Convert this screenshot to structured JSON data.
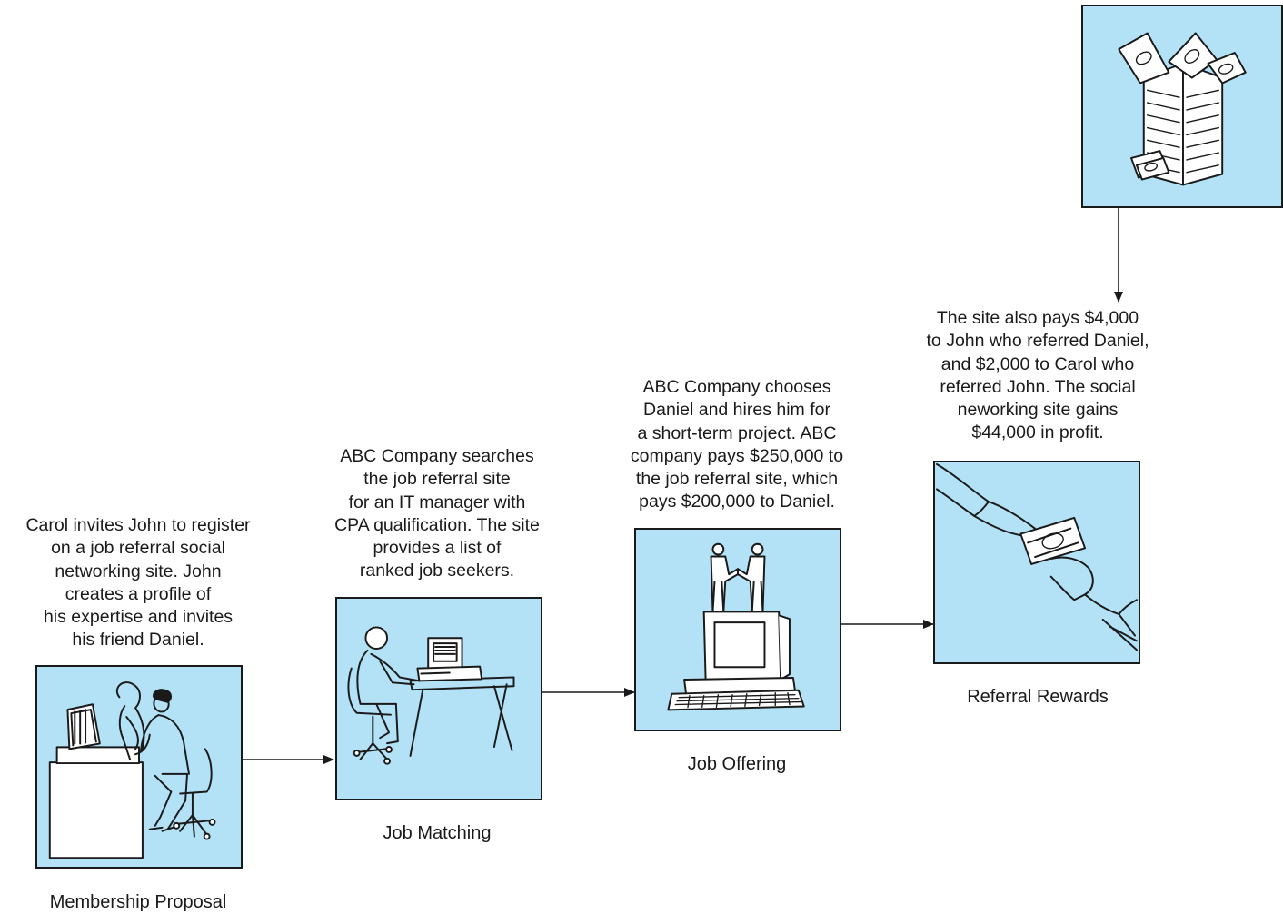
{
  "steps": {
    "membership": {
      "description": "Carol invites John to register\non a job referral social\nnetworking site. John\ncreates a profile of\nhis expertise and invites\nhis friend Daniel.",
      "label": "Membership Proposal",
      "icon": "people-at-computer-icon"
    },
    "matching": {
      "description": "ABC Company searches\nthe job referral site\nfor an IT manager with\nCPA qualification. The site\nprovides a list of\nranked job seekers.",
      "label": "Job Matching",
      "icon": "person-at-computer-icon"
    },
    "offering": {
      "description": "ABC Company chooses\nDaniel and hires him for\na short-term project. ABC\ncompany pays $250,000 to\nthe job referral site, which\npays $200,000 to Daniel.",
      "label": "Job Offering",
      "icon": "handshake-on-computer-icon"
    },
    "rewards": {
      "description": "The site also pays $4,000\nto John who referred Daniel,\nand $2,000 to Carol who\nreferred John. The social\nneworking site gains\n$44,000 in profit.",
      "label": "Referral Rewards",
      "icon": "money-handoff-icon"
    },
    "profit": {
      "icon": "money-building-icon"
    }
  },
  "colors": {
    "panel_fill": "#b3e2f6",
    "line": "#1a1a1a"
  }
}
